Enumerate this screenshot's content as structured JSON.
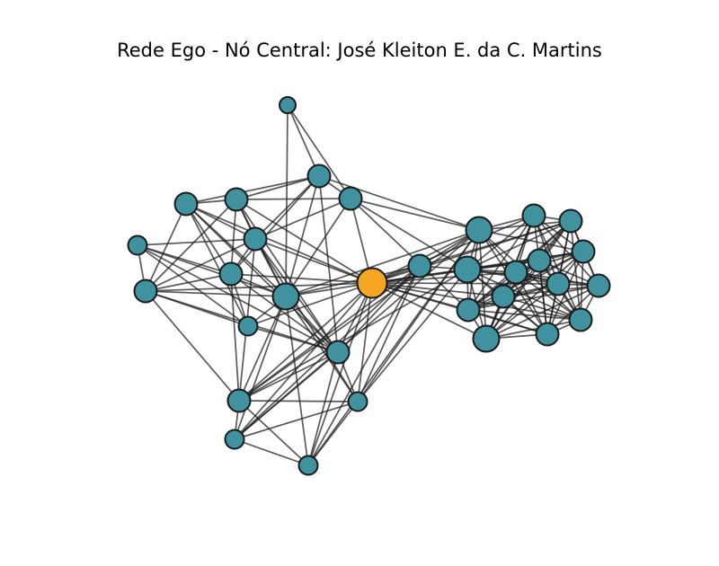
{
  "title": "Rede Ego - Nó Central: José Kleiton E. da C. Martins",
  "colors": {
    "ego_node": "#f5a623",
    "alter_node": "#3f929e",
    "node_border": "#1a1a1a",
    "edge": "#1a1a1a"
  },
  "graph": {
    "ego": "ego",
    "nodes": [
      {
        "id": "ego",
        "type": "ego",
        "size": 5
      },
      {
        "id": "n1",
        "type": "alter",
        "size": 1
      },
      {
        "id": "n2",
        "type": "alter",
        "size": 3
      },
      {
        "id": "n3",
        "type": "alter",
        "size": 3
      },
      {
        "id": "n4",
        "type": "alter",
        "size": 3
      },
      {
        "id": "n5",
        "type": "alter",
        "size": 3
      },
      {
        "id": "n6",
        "type": "alter",
        "size": 3
      },
      {
        "id": "n7",
        "type": "alter",
        "size": 3
      },
      {
        "id": "n8",
        "type": "alter",
        "size": 2
      },
      {
        "id": "n9",
        "type": "alter",
        "size": 3
      },
      {
        "id": "n10",
        "type": "alter",
        "size": 2
      },
      {
        "id": "n11",
        "type": "alter",
        "size": 4
      },
      {
        "id": "n12",
        "type": "alter",
        "size": 3
      },
      {
        "id": "n13",
        "type": "alter",
        "size": 3
      },
      {
        "id": "n14",
        "type": "alter",
        "size": 2
      },
      {
        "id": "n15",
        "type": "alter",
        "size": 2
      },
      {
        "id": "n16",
        "type": "alter",
        "size": 2
      },
      {
        "id": "n17",
        "type": "alter",
        "size": 3
      },
      {
        "id": "n18",
        "type": "alter",
        "size": 4
      },
      {
        "id": "n19",
        "type": "alter",
        "size": 4
      },
      {
        "id": "n20",
        "type": "alter",
        "size": 3
      },
      {
        "id": "n21",
        "type": "alter",
        "size": 3
      },
      {
        "id": "n22",
        "type": "alter",
        "size": 3
      },
      {
        "id": "n23",
        "type": "alter",
        "size": 3
      },
      {
        "id": "n24",
        "type": "alter",
        "size": 3
      },
      {
        "id": "n25",
        "type": "alter",
        "size": 3
      },
      {
        "id": "n26",
        "type": "alter",
        "size": 4
      },
      {
        "id": "n27",
        "type": "alter",
        "size": 3
      },
      {
        "id": "n28",
        "type": "alter",
        "size": 3
      },
      {
        "id": "n29",
        "type": "alter",
        "size": 3
      },
      {
        "id": "n30",
        "type": "alter",
        "size": 3
      },
      {
        "id": "n31",
        "type": "alter",
        "size": 3
      }
    ],
    "edges": [
      [
        "ego",
        "n3"
      ],
      [
        "ego",
        "n4"
      ],
      [
        "ego",
        "n5"
      ],
      [
        "ego",
        "n6"
      ],
      [
        "ego",
        "n7"
      ],
      [
        "ego",
        "n9"
      ],
      [
        "ego",
        "n10"
      ],
      [
        "ego",
        "n11"
      ],
      [
        "ego",
        "n12"
      ],
      [
        "ego",
        "n13"
      ],
      [
        "ego",
        "n14"
      ],
      [
        "ego",
        "n15"
      ],
      [
        "ego",
        "n16"
      ],
      [
        "ego",
        "n17"
      ],
      [
        "ego",
        "n18"
      ],
      [
        "ego",
        "n19"
      ],
      [
        "ego",
        "n20"
      ],
      [
        "ego",
        "n21"
      ],
      [
        "ego",
        "n22"
      ],
      [
        "ego",
        "n23"
      ],
      [
        "ego",
        "n24"
      ],
      [
        "ego",
        "n25"
      ],
      [
        "ego",
        "n26"
      ],
      [
        "ego",
        "n27"
      ],
      [
        "ego",
        "n29"
      ],
      [
        "ego",
        "n30"
      ],
      [
        "ego",
        "n31"
      ],
      [
        "n1",
        "n2"
      ],
      [
        "n1",
        "n11"
      ],
      [
        "n1",
        "n3"
      ],
      [
        "n2",
        "n3"
      ],
      [
        "n2",
        "n4"
      ],
      [
        "n2",
        "n5"
      ],
      [
        "n2",
        "n6"
      ],
      [
        "n2",
        "n7"
      ],
      [
        "n2",
        "n11"
      ],
      [
        "n2",
        "n12"
      ],
      [
        "n2",
        "n18"
      ],
      [
        "n3",
        "n4"
      ],
      [
        "n3",
        "n6"
      ],
      [
        "n3",
        "n11"
      ],
      [
        "n3",
        "n18"
      ],
      [
        "n3",
        "n19"
      ],
      [
        "n3",
        "n25"
      ],
      [
        "n4",
        "n5"
      ],
      [
        "n4",
        "n6"
      ],
      [
        "n4",
        "n7"
      ],
      [
        "n4",
        "n9"
      ],
      [
        "n4",
        "n11"
      ],
      [
        "n4",
        "n12"
      ],
      [
        "n5",
        "n6"
      ],
      [
        "n5",
        "n7"
      ],
      [
        "n5",
        "n9"
      ],
      [
        "n5",
        "n10"
      ],
      [
        "n5",
        "n11"
      ],
      [
        "n5",
        "n12"
      ],
      [
        "n6",
        "n7"
      ],
      [
        "n6",
        "n8"
      ],
      [
        "n6",
        "n9"
      ],
      [
        "n6",
        "n11"
      ],
      [
        "n6",
        "n12"
      ],
      [
        "n6",
        "n13"
      ],
      [
        "n6",
        "n15"
      ],
      [
        "n7",
        "n8"
      ],
      [
        "n7",
        "n9"
      ],
      [
        "n7",
        "n10"
      ],
      [
        "n7",
        "n11"
      ],
      [
        "n7",
        "n12"
      ],
      [
        "n7",
        "n13"
      ],
      [
        "n8",
        "n9"
      ],
      [
        "n8",
        "n10"
      ],
      [
        "n8",
        "n11"
      ],
      [
        "n8",
        "n12"
      ],
      [
        "n9",
        "n10"
      ],
      [
        "n9",
        "n11"
      ],
      [
        "n9",
        "n12"
      ],
      [
        "n9",
        "n13"
      ],
      [
        "n10",
        "n11"
      ],
      [
        "n10",
        "n12"
      ],
      [
        "n11",
        "n12"
      ],
      [
        "n11",
        "n13"
      ],
      [
        "n11",
        "n14"
      ],
      [
        "n11",
        "n15"
      ],
      [
        "n11",
        "n16"
      ],
      [
        "n11",
        "n17"
      ],
      [
        "n11",
        "n18"
      ],
      [
        "n12",
        "n13"
      ],
      [
        "n12",
        "n14"
      ],
      [
        "n12",
        "n15"
      ],
      [
        "n12",
        "n16"
      ],
      [
        "n12",
        "n17"
      ],
      [
        "n13",
        "n14"
      ],
      [
        "n13",
        "n15"
      ],
      [
        "n13",
        "n16"
      ],
      [
        "n13",
        "n17"
      ],
      [
        "n13",
        "n18"
      ],
      [
        "n13",
        "n19"
      ],
      [
        "n14",
        "n15"
      ],
      [
        "n14",
        "n16"
      ],
      [
        "n14",
        "n17"
      ],
      [
        "n14",
        "n18"
      ],
      [
        "n15",
        "n16"
      ],
      [
        "n15",
        "n17"
      ],
      [
        "n15",
        "n18"
      ],
      [
        "n15",
        "n19"
      ],
      [
        "n16",
        "n17"
      ],
      [
        "n16",
        "n18"
      ],
      [
        "n17",
        "n18"
      ],
      [
        "n17",
        "n19"
      ],
      [
        "n17",
        "n21"
      ],
      [
        "n18",
        "n19"
      ],
      [
        "n18",
        "n20"
      ],
      [
        "n18",
        "n21"
      ],
      [
        "n18",
        "n22"
      ],
      [
        "n18",
        "n23"
      ],
      [
        "n18",
        "n25"
      ],
      [
        "n18",
        "n26"
      ],
      [
        "n18",
        "n27"
      ],
      [
        "n18",
        "n29"
      ],
      [
        "n19",
        "n20"
      ],
      [
        "n19",
        "n21"
      ],
      [
        "n19",
        "n22"
      ],
      [
        "n19",
        "n23"
      ],
      [
        "n19",
        "n24"
      ],
      [
        "n19",
        "n25"
      ],
      [
        "n19",
        "n26"
      ],
      [
        "n19",
        "n27"
      ],
      [
        "n19",
        "n28"
      ],
      [
        "n19",
        "n29"
      ],
      [
        "n19",
        "n30"
      ],
      [
        "n19",
        "n31"
      ],
      [
        "n20",
        "n21"
      ],
      [
        "n20",
        "n22"
      ],
      [
        "n20",
        "n23"
      ],
      [
        "n20",
        "n24"
      ],
      [
        "n20",
        "n25"
      ],
      [
        "n20",
        "n26"
      ],
      [
        "n20",
        "n27"
      ],
      [
        "n20",
        "n28"
      ],
      [
        "n20",
        "n29"
      ],
      [
        "n20",
        "n31"
      ],
      [
        "n21",
        "n22"
      ],
      [
        "n21",
        "n23"
      ],
      [
        "n21",
        "n24"
      ],
      [
        "n21",
        "n25"
      ],
      [
        "n21",
        "n26"
      ],
      [
        "n21",
        "n27"
      ],
      [
        "n21",
        "n28"
      ],
      [
        "n21",
        "n29"
      ],
      [
        "n21",
        "n30"
      ],
      [
        "n21",
        "n31"
      ],
      [
        "n22",
        "n23"
      ],
      [
        "n22",
        "n24"
      ],
      [
        "n22",
        "n25"
      ],
      [
        "n22",
        "n26"
      ],
      [
        "n22",
        "n27"
      ],
      [
        "n22",
        "n28"
      ],
      [
        "n22",
        "n29"
      ],
      [
        "n22",
        "n30"
      ],
      [
        "n23",
        "n24"
      ],
      [
        "n23",
        "n25"
      ],
      [
        "n23",
        "n26"
      ],
      [
        "n23",
        "n27"
      ],
      [
        "n23",
        "n28"
      ],
      [
        "n23",
        "n29"
      ],
      [
        "n23",
        "n30"
      ],
      [
        "n23",
        "n31"
      ],
      [
        "n24",
        "n25"
      ],
      [
        "n24",
        "n26"
      ],
      [
        "n24",
        "n27"
      ],
      [
        "n24",
        "n28"
      ],
      [
        "n24",
        "n29"
      ],
      [
        "n24",
        "n30"
      ],
      [
        "n24",
        "n31"
      ],
      [
        "n25",
        "n26"
      ],
      [
        "n25",
        "n27"
      ],
      [
        "n25",
        "n28"
      ],
      [
        "n25",
        "n29"
      ],
      [
        "n25",
        "n30"
      ],
      [
        "n25",
        "n31"
      ],
      [
        "n26",
        "n27"
      ],
      [
        "n26",
        "n28"
      ],
      [
        "n26",
        "n29"
      ],
      [
        "n26",
        "n30"
      ],
      [
        "n26",
        "n31"
      ],
      [
        "n27",
        "n28"
      ],
      [
        "n27",
        "n29"
      ],
      [
        "n27",
        "n30"
      ],
      [
        "n27",
        "n31"
      ],
      [
        "n28",
        "n29"
      ],
      [
        "n28",
        "n30"
      ],
      [
        "n28",
        "n31"
      ],
      [
        "n29",
        "n30"
      ],
      [
        "n29",
        "n31"
      ],
      [
        "n30",
        "n31"
      ]
    ]
  }
}
